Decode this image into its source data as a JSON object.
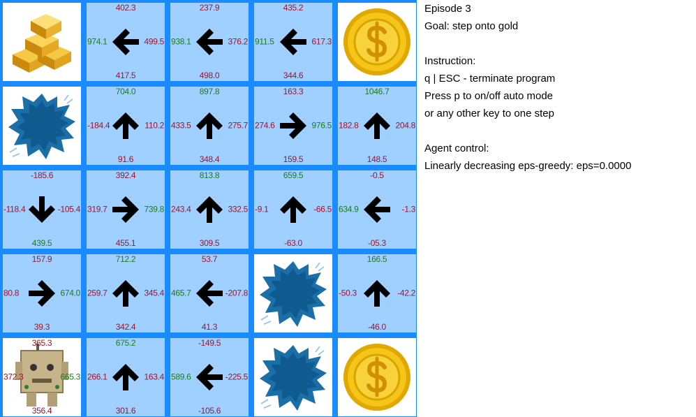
{
  "info": {
    "episode": "Episode 3",
    "goal": "Goal: step onto gold",
    "instruction_title": "Instruction:",
    "instr_quit": "q | ESC - terminate program",
    "instr_auto": "Press p to on/off auto mode",
    "instr_step": "or any other key to one step",
    "agent_title": "Agent control:",
    "agent_policy": "Linearly decreasing eps-greedy: eps=0.0000"
  },
  "grid": {
    "rows": [
      [
        {
          "type": "gold-bars"
        },
        {
          "type": "q",
          "arrow": "left",
          "top": "402.3",
          "bottom": "417.5",
          "left": "974.1",
          "right": "499.5",
          "best": "left"
        },
        {
          "type": "q",
          "arrow": "left",
          "top": "237.9",
          "bottom": "498.0",
          "left": "938.1",
          "right": "376.2",
          "best": "left"
        },
        {
          "type": "q",
          "arrow": "left",
          "top": "435.2",
          "bottom": "344.6",
          "left": "911.5",
          "right": "617.3",
          "best": "left"
        },
        {
          "type": "coin"
        }
      ],
      [
        {
          "type": "hole"
        },
        {
          "type": "q",
          "arrow": "up",
          "top": "704.0",
          "bottom": "91.6",
          "left": "-184.4",
          "right": "110.2",
          "best": "top"
        },
        {
          "type": "q",
          "arrow": "up",
          "top": "897.8",
          "bottom": "348.4",
          "left": "433.5",
          "right": "275.7",
          "best": "top"
        },
        {
          "type": "q",
          "arrow": "right",
          "top": "163.3",
          "bottom": "159.5",
          "left": "274.6",
          "right": "976.5",
          "best": "right"
        },
        {
          "type": "q",
          "arrow": "up",
          "top": "1046.7",
          "bottom": "148.5",
          "left": "182.8",
          "right": "204.8",
          "best": "top"
        }
      ],
      [
        {
          "type": "q",
          "arrow": "down",
          "top": "-185.6",
          "bottom": "439.5",
          "left": "-118.4",
          "right": "-105.4",
          "best": "bottom"
        },
        {
          "type": "q",
          "arrow": "right",
          "top": "392.4",
          "bottom": "455.1",
          "left": "319.7",
          "right": "739.8",
          "best": "right"
        },
        {
          "type": "q",
          "arrow": "up",
          "top": "813.8",
          "bottom": "309.5",
          "left": "243.4",
          "right": "332.5",
          "best": "top"
        },
        {
          "type": "q",
          "arrow": "up",
          "top": "659.5",
          "bottom": "-63.0",
          "left": "-9.1",
          "right": "-66.5",
          "best": "top"
        },
        {
          "type": "q",
          "arrow": "left",
          "top": "-0.5",
          "bottom": "-05.3",
          "left": "634.9",
          "right": "-1.3",
          "best": "left"
        }
      ],
      [
        {
          "type": "q",
          "arrow": "right",
          "top": "157.9",
          "bottom": "39.3",
          "left": "80.8",
          "right": "674.0",
          "best": "right"
        },
        {
          "type": "q",
          "arrow": "up",
          "top": "712.2",
          "bottom": "342.4",
          "left": "259.7",
          "right": "345.4",
          "best": "top"
        },
        {
          "type": "q",
          "arrow": "left",
          "top": "53.7",
          "bottom": "41.3",
          "left": "465.7",
          "right": "-207.8",
          "best": "left"
        },
        {
          "type": "hole"
        },
        {
          "type": "q",
          "arrow": "up",
          "top": "166.5",
          "bottom": "-46.0",
          "left": "-50.3",
          "right": "-42.2",
          "best": "top"
        }
      ],
      [
        {
          "type": "robot",
          "top": "365.3",
          "bottom": "356.4",
          "left": "372.3",
          "right": "665.3",
          "best": "right"
        },
        {
          "type": "q",
          "arrow": "up",
          "top": "675.2",
          "bottom": "301.6",
          "left": "266.1",
          "right": "163.4",
          "best": "top"
        },
        {
          "type": "q",
          "arrow": "left",
          "top": "-149.5",
          "bottom": "-105.6",
          "left": "589.6",
          "right": "-225.5",
          "best": "left"
        },
        {
          "type": "hole"
        },
        {
          "type": "coin"
        }
      ]
    ]
  }
}
